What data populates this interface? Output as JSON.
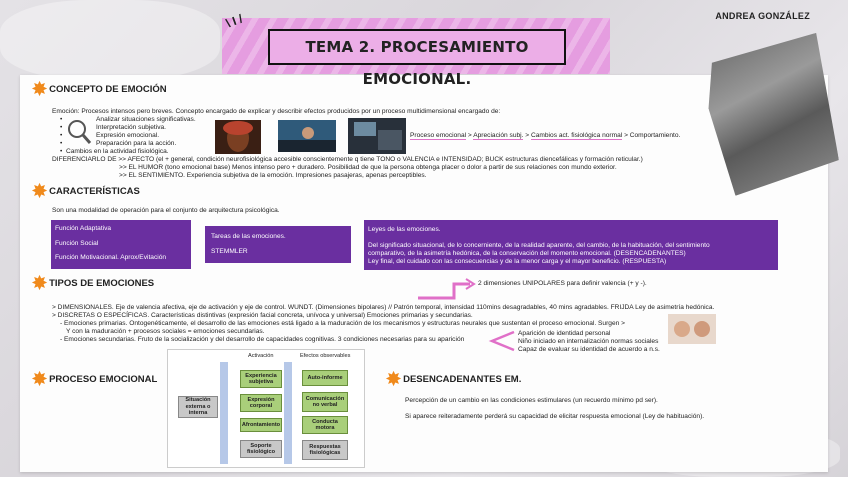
{
  "author": "ANDREA GONZÁLEZ",
  "title": "TEMA 2. PROCESAMIENTO EMOCIONAL.",
  "sections": {
    "concepto": "CONCEPTO DE EMOCIÓN",
    "caracteristicas": "CARACTERÍSTICAS",
    "tipos": "TIPOS DE EMOCIONES",
    "proceso": "PROCESO EMOCIONAL",
    "desencadenantes": "DESENCADENANTES EM."
  },
  "concepto": {
    "intro": "Emoción: Procesos intensos pero breves. Concepto encargado de explicar y describir efectos producidos por un proceso multidimensional encargado de:",
    "bullets": [
      "Analizar situaciones significativas.",
      "Interpretación subjetiva.",
      "Expresión emocional.",
      "Preparación para la acción."
    ],
    "bullet5": "Cambios en la actividad fisiológica.",
    "flow": {
      "a": "Proceso emocional",
      "sep": " > ",
      "b": "Apreciación subj.",
      "c": "Cambios act. fisiológica normal",
      "d": "Comportamiento."
    },
    "diferenciarlo": "DIFERENCIARLO DE >> AFECTO (el + general, condición neurofisiológica accesible conscientemente q tiene TONO o VALENCIA e INTENSIDAD; BUCK estructuras diencefálicas y formación reticular.)",
    "humor": ">> EL HUMOR (tono emocional base) Menos intenso pero + duradero. Posibilidad de que la persona obtenga placer o dolor a partir de sus relaciones con mundo exterior.",
    "sentimiento": ">> EL SENTIMIENTO. Experiencia subjetiva de la emoción. Impresiones pasajeras, apenas perceptibles."
  },
  "caracteristicas": {
    "intro": "Son una modalidad de operación para el conjunto de arquitectura psicológica.",
    "box1": [
      "Función Adaptativa",
      "Función Social",
      "Función Motivacional. Aprox/Evitación"
    ],
    "box2": [
      "Tareas de las emociones.",
      "STEMMLER"
    ],
    "box3": {
      "title": "Leyes de las emociones.",
      "l1": "Del significado situacional, de lo concerniente, de la realidad aparente, del cambio, de la habituación, del sentimiento",
      "l2": "comparativo, de la asimetría hedónica, de la conservación del momento emocional. (DESENCADENANTES)",
      "l3": "Ley final, del cuidado con las consecuencias y de la menor carga y el mayor beneficio. (RESPUESTA)"
    }
  },
  "tipos": {
    "unipolares": "2 dimensiones UNIPOLARES para definir valencia (+ y -).",
    "l1": "> DIMENSIONALES. Eje de valencia afectiva, eje de activación y eje de control. WUNDT. (Dimensiones bipolares)  // Patrón temporal, intensidad 110mins desagradables, 40 mins agradables. FRIJDA Ley de asimetría hedónica.",
    "l2": "> DISCRETAS O ESPECÍFICAS. Características distintivas (expresión facial concreta, unívoca y universal) Emociones primarias y secundarias.",
    "l3": "- Emociones primarias. Ontogenéticamente, el desarrollo de las emociones está ligado a la maduración de los mecanismos y estructuras neurales que sustentan el proceso emocional. Surgen >",
    "l4": "Y con la maduración + procesos sociales = emociones secundarias.",
    "l5": "- Emociones secundarias. Fruto de la socialización y del desarrollo de capacidades cognitivas. 3 condiciones necesarias para su aparición",
    "cond": [
      "Aparición de identidad personal",
      "Niño iniciado en internalización normas sociales",
      "Capaz de evaluar su identidad de acuerdo a n.s."
    ]
  },
  "diagram": {
    "h1": "Activación",
    "h2": "Efectos observables",
    "situ": "Situación externa o interna",
    "n1": "Experiencia subjetiva",
    "n2": "Expresión corporal",
    "n3": "Afrontamiento",
    "n4": "Soporte fisiológico",
    "r1": "Auto-informe",
    "r2": "Comunicación no verbal",
    "r3": "Conducta motora",
    "r4": "Respuestas fisiológicas"
  },
  "desencadenantes": {
    "l1": "Percepción de un cambio en las condiciones estimulares (un recuerdo mínimo pd ser).",
    "l2": "Si aparece reiteradamente perderá su capacidad de elicitar respuesta emocional (Ley de habituación)."
  },
  "colors": {
    "accent": "#6a2fa0",
    "pink": "#e59de0",
    "star": "#f08a1c"
  }
}
